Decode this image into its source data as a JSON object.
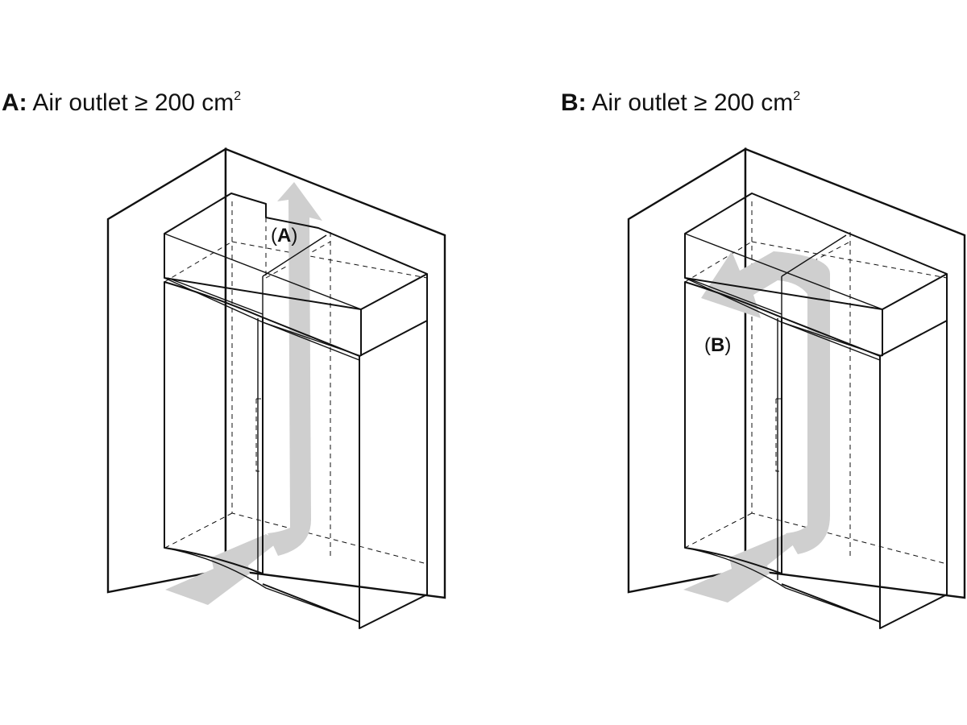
{
  "panel_a": {
    "heading_key": "A:",
    "heading_text": " Air outlet ≥ 200 cm",
    "heading_sup": "2",
    "callout_open": "(",
    "callout_key": "A",
    "callout_close": ")"
  },
  "panel_b": {
    "heading_key": "B:",
    "heading_text": " Air outlet ≥ 200 cm",
    "heading_sup": "2",
    "callout_open": "(",
    "callout_key": "B",
    "callout_close": ")"
  },
  "colors": {
    "line": "#111111",
    "airflow_arrow": "#cfcfcf",
    "background": "#ffffff"
  },
  "icons": [
    "airflow-arrow",
    "wall-corner",
    "fridge-freezer-unit",
    "overhead-cabinet"
  ]
}
